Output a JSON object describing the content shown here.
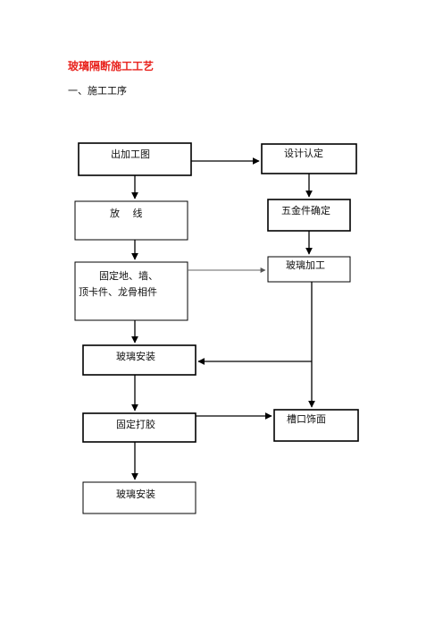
{
  "header": {
    "title": "玻璃隔断施工工艺",
    "subtitle": "一、施工工序"
  },
  "nodes": {
    "drawing": "出加工图",
    "layout": "放　  线",
    "fix_line1": "固定地、墙、",
    "fix_line2": "顶卡件、龙骨相件",
    "install1": "玻璃安装",
    "glue": "固定打胶",
    "install2": "玻璃安装",
    "design": "设计认定",
    "hardware": "五金件确定",
    "processing": "玻璃加工",
    "slot": "槽口饰面"
  },
  "colors": {
    "title": "#e8231e",
    "text": "#111111",
    "line": "#000000"
  }
}
